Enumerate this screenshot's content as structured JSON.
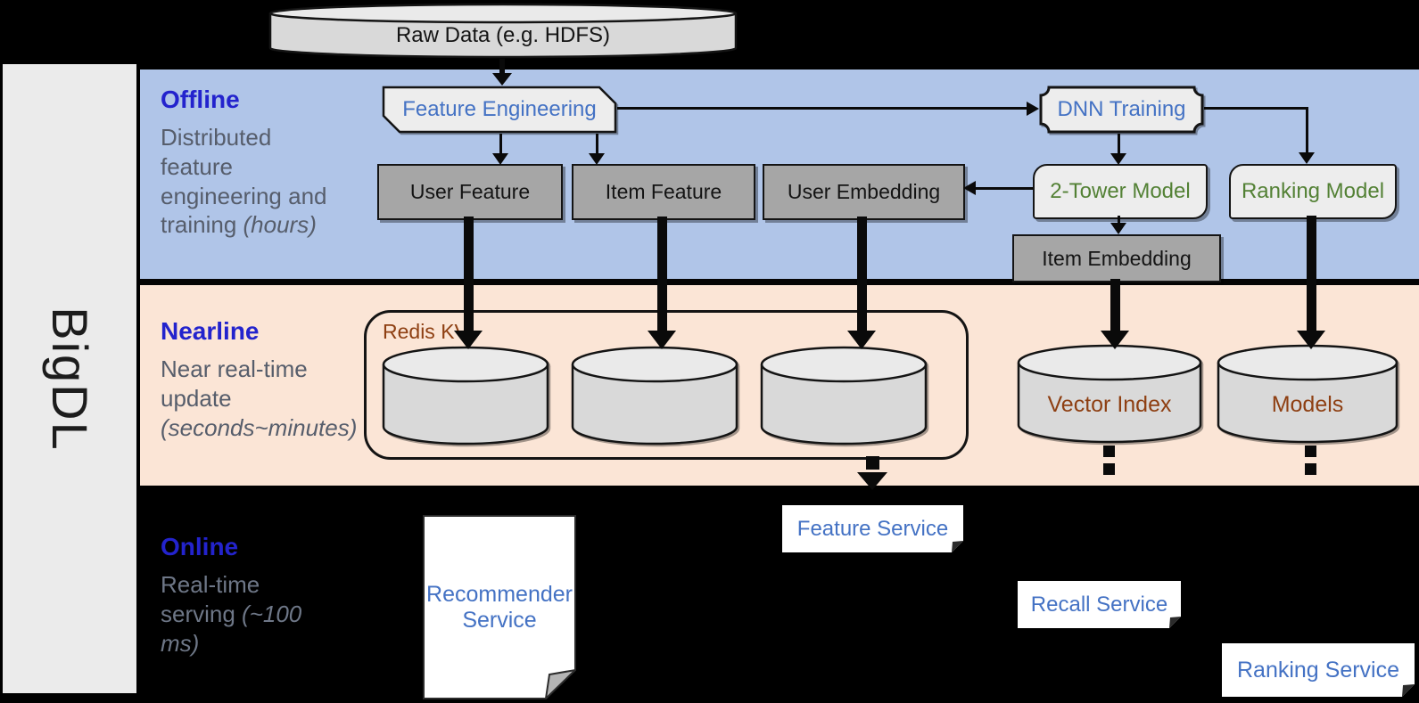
{
  "brand": "BigDL",
  "raw_data": {
    "label": "Raw Data (e.g. HDFS)"
  },
  "sections": {
    "offline": {
      "title": "Offline",
      "description": "Distributed feature engineering and training ",
      "duration": "(hours)"
    },
    "nearline": {
      "title": "Nearline",
      "description": "Near real-time update ",
      "duration": "(seconds~minutes)"
    },
    "online": {
      "title": "Online",
      "description": "Real-time serving ",
      "duration": "(~100 ms)"
    }
  },
  "nodes": {
    "feature_engineering": "Feature Engineering",
    "dnn_training": "DNN Training",
    "user_feature": "User Feature",
    "item_feature": "Item Feature",
    "user_embedding": "User Embedding",
    "two_tower_model": "2-Tower Model",
    "ranking_model": "Ranking Model",
    "item_embedding": "Item Embedding",
    "redis_kv": "Redis KV",
    "vector_index": "Vector Index",
    "models": "Models",
    "recommender_service": "Recommender Service",
    "feature_service": "Feature Service",
    "recall_service": "Recall Service",
    "ranking_service": "Ranking Service"
  },
  "colors": {
    "background": "#000000",
    "sidebar_fill": "#ebebeb",
    "band_offline": "#b0c5e8",
    "band_nearline": "#fbe5d6",
    "section_title_blue": "#2323cd",
    "muted_text_gray": "#565d6b",
    "node_text_blue": "#4472c4",
    "node_text_green": "#538135",
    "storage_text_brown": "#8e3f12",
    "gray_node_fill": "#a6a6a6",
    "light_node_fill": "#ededed",
    "cylinder_body_fill": "#d9d9d9",
    "cylinder_top_fill": "#eaeaea"
  }
}
